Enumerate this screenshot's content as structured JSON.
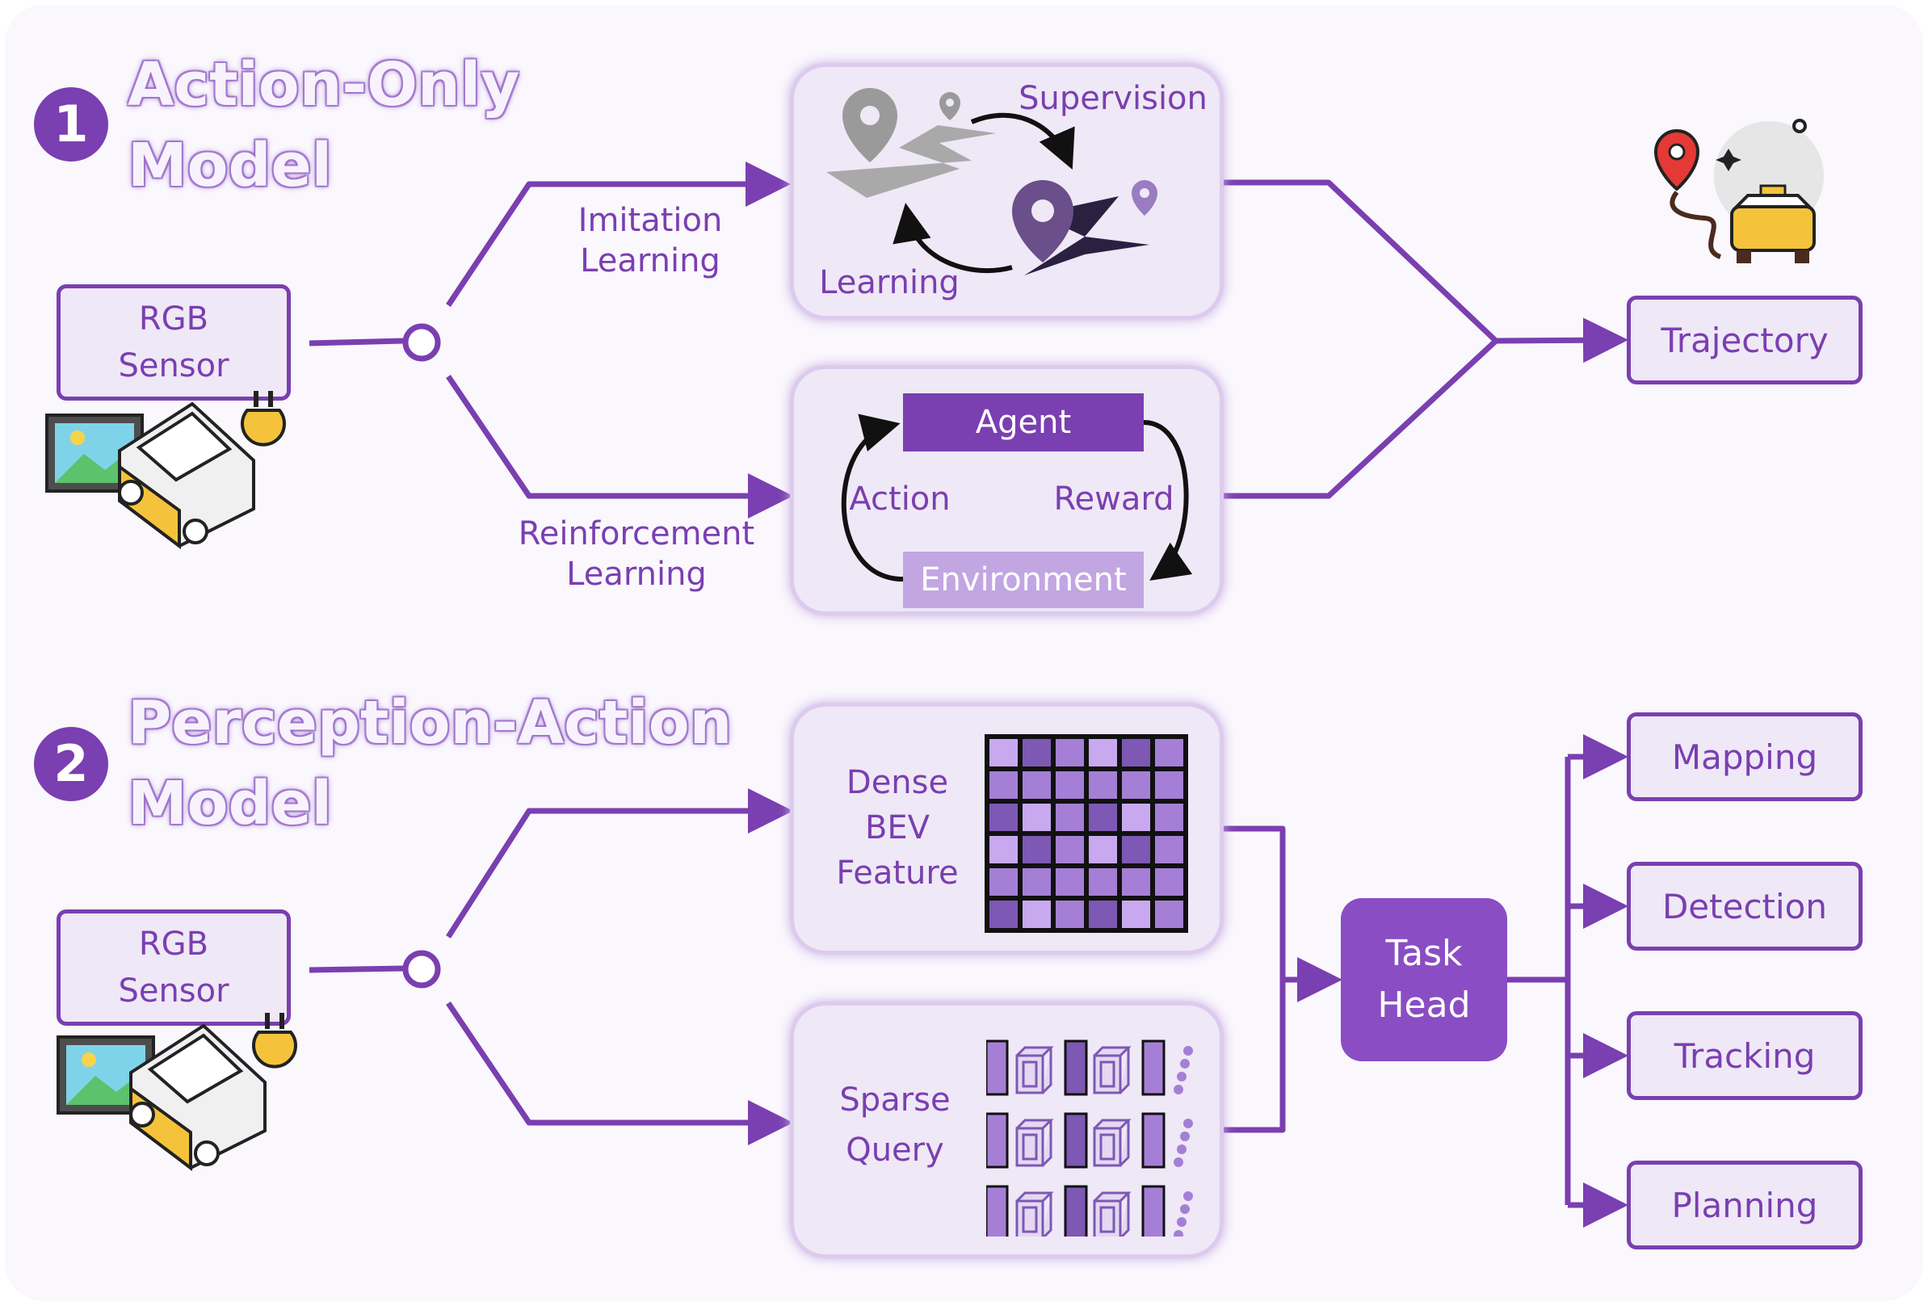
{
  "colors": {
    "line": "#7a3fb0",
    "panel_fill": "#efe8f6",
    "panel_border": "#ddcbee",
    "task_head": "#8a4dc4",
    "agent": "#7a3fb0",
    "environment": "#c2a6e2",
    "grid_light": "#c8a9f0",
    "grid_mid": "#a57fd6",
    "grid_dark": "#7d58b4"
  },
  "section1": {
    "number": "1",
    "title_line1": "Action-Only",
    "title_line2": "Model",
    "sensor_line1": "RGB",
    "sensor_line2": "Sensor",
    "imitation_line1": "Imitation",
    "imitation_line2": "Learning",
    "rl_line1": "Reinforcement",
    "rl_line2": "Learning",
    "supervision": "Supervision",
    "learning": "Learning",
    "agent": "Agent",
    "action": "Action",
    "reward": "Reward",
    "environment": "Environment",
    "output": "Trajectory",
    "icons": [
      "camera-car-icon",
      "map-pin-path-icon",
      "taxi-route-icon"
    ]
  },
  "section2": {
    "number": "2",
    "title_line1": "Perception-Action",
    "title_line2": "Model",
    "sensor_line1": "RGB",
    "sensor_line2": "Sensor",
    "dense_line1": "Dense",
    "dense_line2": "BEV",
    "dense_line3": "Feature",
    "sparse_line1": "Sparse",
    "sparse_line2": "Query",
    "task_line1": "Task",
    "task_line2": "Head",
    "outputs": [
      "Mapping",
      "Detection",
      "Tracking",
      "Planning"
    ],
    "icons": [
      "bev-grid-icon",
      "query-blocks-icon"
    ]
  }
}
